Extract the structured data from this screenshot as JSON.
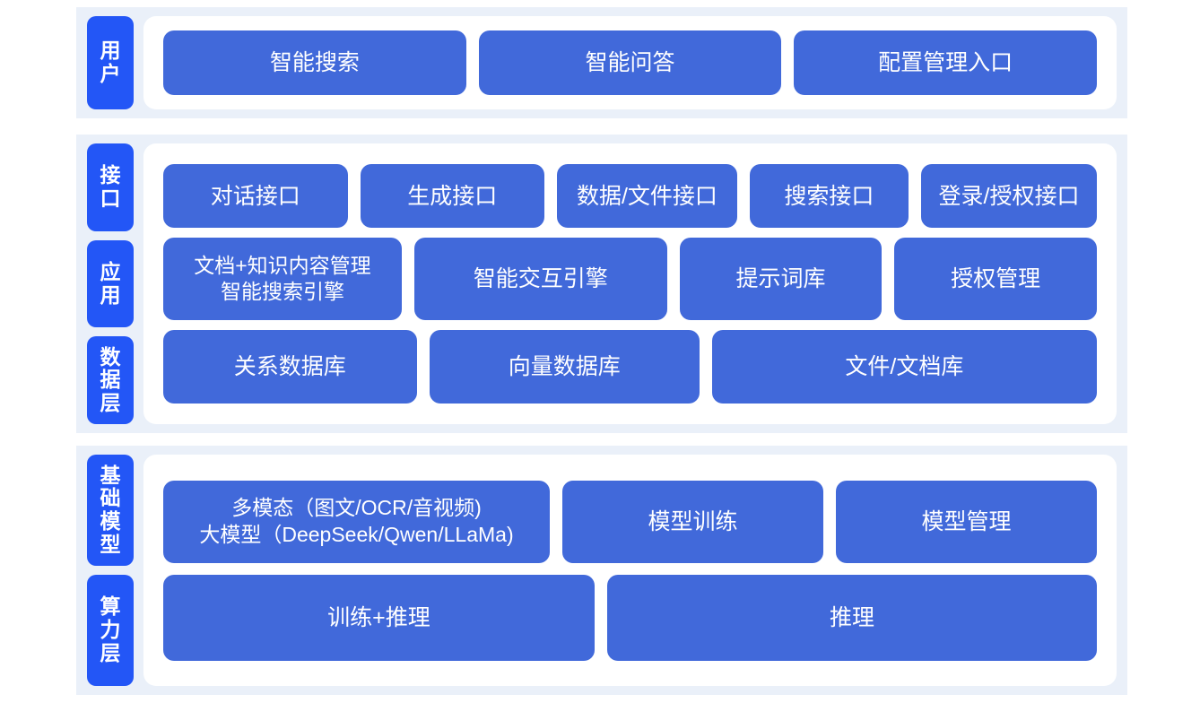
{
  "theme": {
    "band_bg": "#eaf0f9",
    "panel_bg": "#ffffff",
    "rail_blue": "#2356f6",
    "tile_blue": "#4169da",
    "tile_text": "#ffffff",
    "page_bg": "#ffffff"
  },
  "sections": [
    {
      "id": "user",
      "rails": [
        {
          "id": "user",
          "chars": [
            "用",
            "户"
          ],
          "text": "用户"
        }
      ],
      "rows": [
        {
          "id": "user",
          "tiles": [
            {
              "lines": [
                "智能搜索"
              ]
            },
            {
              "lines": [
                "智能问答"
              ]
            },
            {
              "lines": [
                "配置管理入口"
              ]
            }
          ]
        }
      ]
    },
    {
      "id": "app",
      "rails": [
        {
          "id": "interface",
          "chars": [
            "接",
            "口"
          ],
          "text": "接口"
        },
        {
          "id": "application",
          "chars": [
            "应",
            "用"
          ],
          "text": "应用"
        },
        {
          "id": "data",
          "chars": [
            "数",
            "据",
            "层"
          ],
          "text": "数据层"
        }
      ],
      "rows": [
        {
          "id": "interface",
          "tiles": [
            {
              "lines": [
                "对话接口"
              ]
            },
            {
              "lines": [
                "生成接口"
              ]
            },
            {
              "lines": [
                "数据/文件接口"
              ]
            },
            {
              "lines": [
                "搜索接口"
              ]
            },
            {
              "lines": [
                "登录/授权接口"
              ]
            }
          ]
        },
        {
          "id": "application",
          "tiles": [
            {
              "lines": [
                "文档+知识内容管理",
                "智能搜索引擎"
              ]
            },
            {
              "lines": [
                "智能交互引擎"
              ]
            },
            {
              "lines": [
                "提示词库"
              ]
            },
            {
              "lines": [
                "授权管理"
              ]
            }
          ]
        },
        {
          "id": "data",
          "tiles": [
            {
              "lines": [
                "关系数据库"
              ]
            },
            {
              "lines": [
                "向量数据库"
              ]
            },
            {
              "lines": [
                "文件/文档库"
              ]
            }
          ]
        }
      ]
    },
    {
      "id": "infra",
      "rails": [
        {
          "id": "foundation-model",
          "chars": [
            "基",
            "础",
            "模",
            "型"
          ],
          "text": "基础模型"
        },
        {
          "id": "compute",
          "chars": [
            "算",
            "力",
            "层"
          ],
          "text": "算力层"
        }
      ],
      "rows": [
        {
          "id": "model",
          "tiles": [
            {
              "lines": [
                "多模态（图文/OCR/音视频)",
                "大模型（DeepSeek/Qwen/LLaMa)"
              ]
            },
            {
              "lines": [
                "模型训练"
              ]
            },
            {
              "lines": [
                "模型管理"
              ]
            }
          ]
        },
        {
          "id": "compute",
          "tiles": [
            {
              "lines": [
                "训练+推理"
              ]
            },
            {
              "lines": [
                "推理"
              ]
            }
          ]
        }
      ]
    }
  ]
}
